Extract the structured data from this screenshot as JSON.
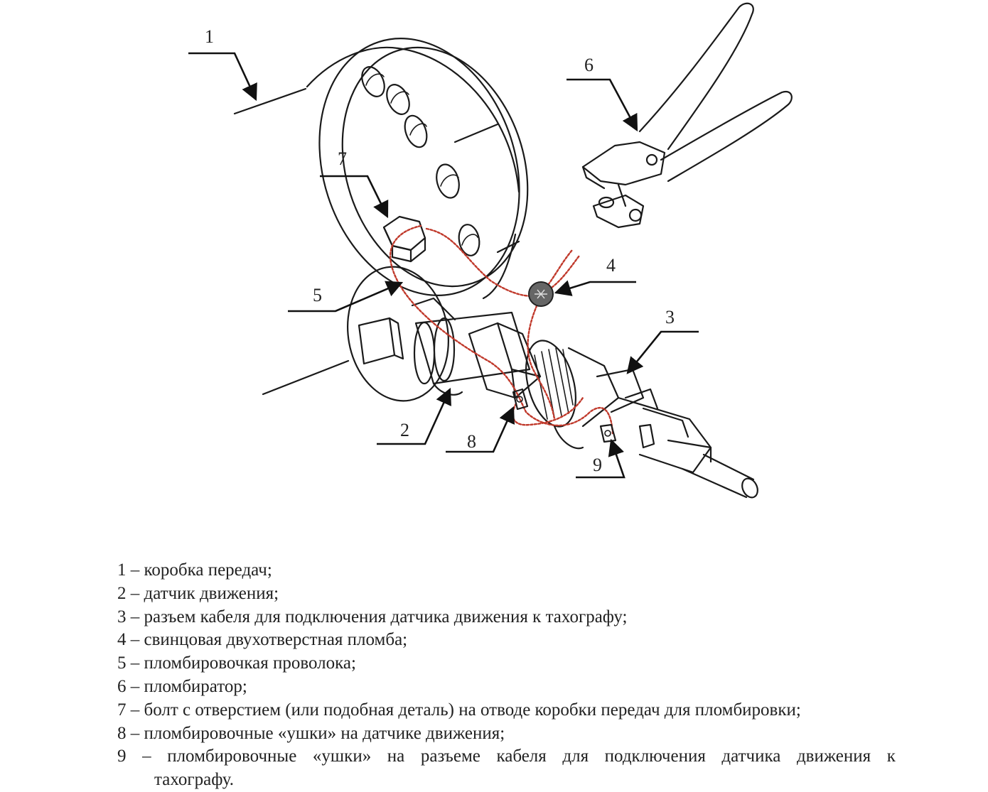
{
  "colors": {
    "wire": "#c0392b",
    "ink": "#1a1a1a",
    "seal": "#666666"
  },
  "callouts": [
    "1",
    "2",
    "3",
    "4",
    "5",
    "6",
    "7",
    "8",
    "9"
  ],
  "legend": [
    "1 – коробка передач;",
    "2 – датчик движения;",
    "3 – разъем кабеля для подключения датчика движения к тахографу;",
    "4 – свинцовая двухотверстная пломба;",
    "5 – пломбировочкая проволока;",
    "6 – пломбиратор;",
    "7 – болт с отверстием (или подобная деталь) на отводе коробки передач для пломбировки;",
    "8 – пломбировочные «ушки» на датчике движения;"
  ],
  "legend_item_9": {
    "words": [
      "9",
      "–",
      "пломбировочные",
      "«ушки»",
      "на",
      "разъеме",
      "кабеля",
      "для",
      "подключения",
      "датчика",
      "движения",
      "к"
    ],
    "continuation": "тахографу."
  }
}
